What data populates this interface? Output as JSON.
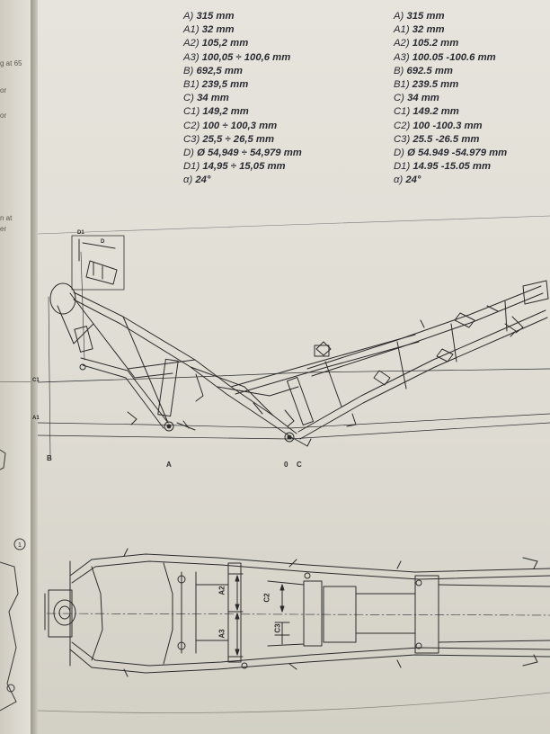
{
  "left_page": {
    "fragments": [
      "g at 65",
      "or",
      "or",
      "n at",
      "er"
    ],
    "callout": "1"
  },
  "specs_metric": [
    {
      "key": "A)",
      "value": "315 mm"
    },
    {
      "key": "A1)",
      "value": "32 mm"
    },
    {
      "key": "A2)",
      "value": "105,2 mm"
    },
    {
      "key": "A3)",
      "value": "100,05 ÷ 100,6 mm"
    },
    {
      "key": "B)",
      "value": "692,5 mm"
    },
    {
      "key": "B1)",
      "value": "239,5 mm"
    },
    {
      "key": "C)",
      "value": "34 mm"
    },
    {
      "key": "C1)",
      "value": "149,2 mm"
    },
    {
      "key": "C2)",
      "value": "100 ÷ 100,3 mm"
    },
    {
      "key": "C3)",
      "value": "25,5 ÷ 26,5 mm"
    },
    {
      "key": "D)",
      "value": "Ø 54,949 ÷ 54,979 mm"
    },
    {
      "key": "D1)",
      "value": "14,95 ÷ 15,05 mm"
    },
    {
      "key": "α)",
      "value": "24°"
    }
  ],
  "specs_imperial": [
    {
      "key": "A)",
      "value": "315 mm"
    },
    {
      "key": "A1)",
      "value": "32 mm"
    },
    {
      "key": "A2)",
      "value": "105.2 mm"
    },
    {
      "key": "A3)",
      "value": "100.05 -100.6 mm"
    },
    {
      "key": "B)",
      "value": "692.5 mm"
    },
    {
      "key": "B1)",
      "value": "239.5 mm"
    },
    {
      "key": "C)",
      "value": "34 mm"
    },
    {
      "key": "C1)",
      "value": "149.2 mm"
    },
    {
      "key": "C2)",
      "value": "100 -100.3 mm"
    },
    {
      "key": "C3)",
      "value": "25.5 -26.5 mm"
    },
    {
      "key": "D)",
      "value": "Ø 54.949 -54.979 mm"
    },
    {
      "key": "D1)",
      "value": "14.95 -15.05 mm"
    },
    {
      "key": "α)",
      "value": "24°"
    }
  ],
  "side_view": {
    "labels": {
      "a": "A",
      "zero": "0",
      "c": "C",
      "b": "B",
      "a1": "A1",
      "c1": "C1"
    },
    "detail": {
      "d": "D",
      "d1": "D1"
    }
  },
  "top_view": {
    "labels": {
      "a2": "A2",
      "a3": "A3",
      "c2": "C2",
      "c3": "C3"
    }
  },
  "colors": {
    "ink": "#2b2b2b",
    "paper": "#e2dfd6"
  }
}
